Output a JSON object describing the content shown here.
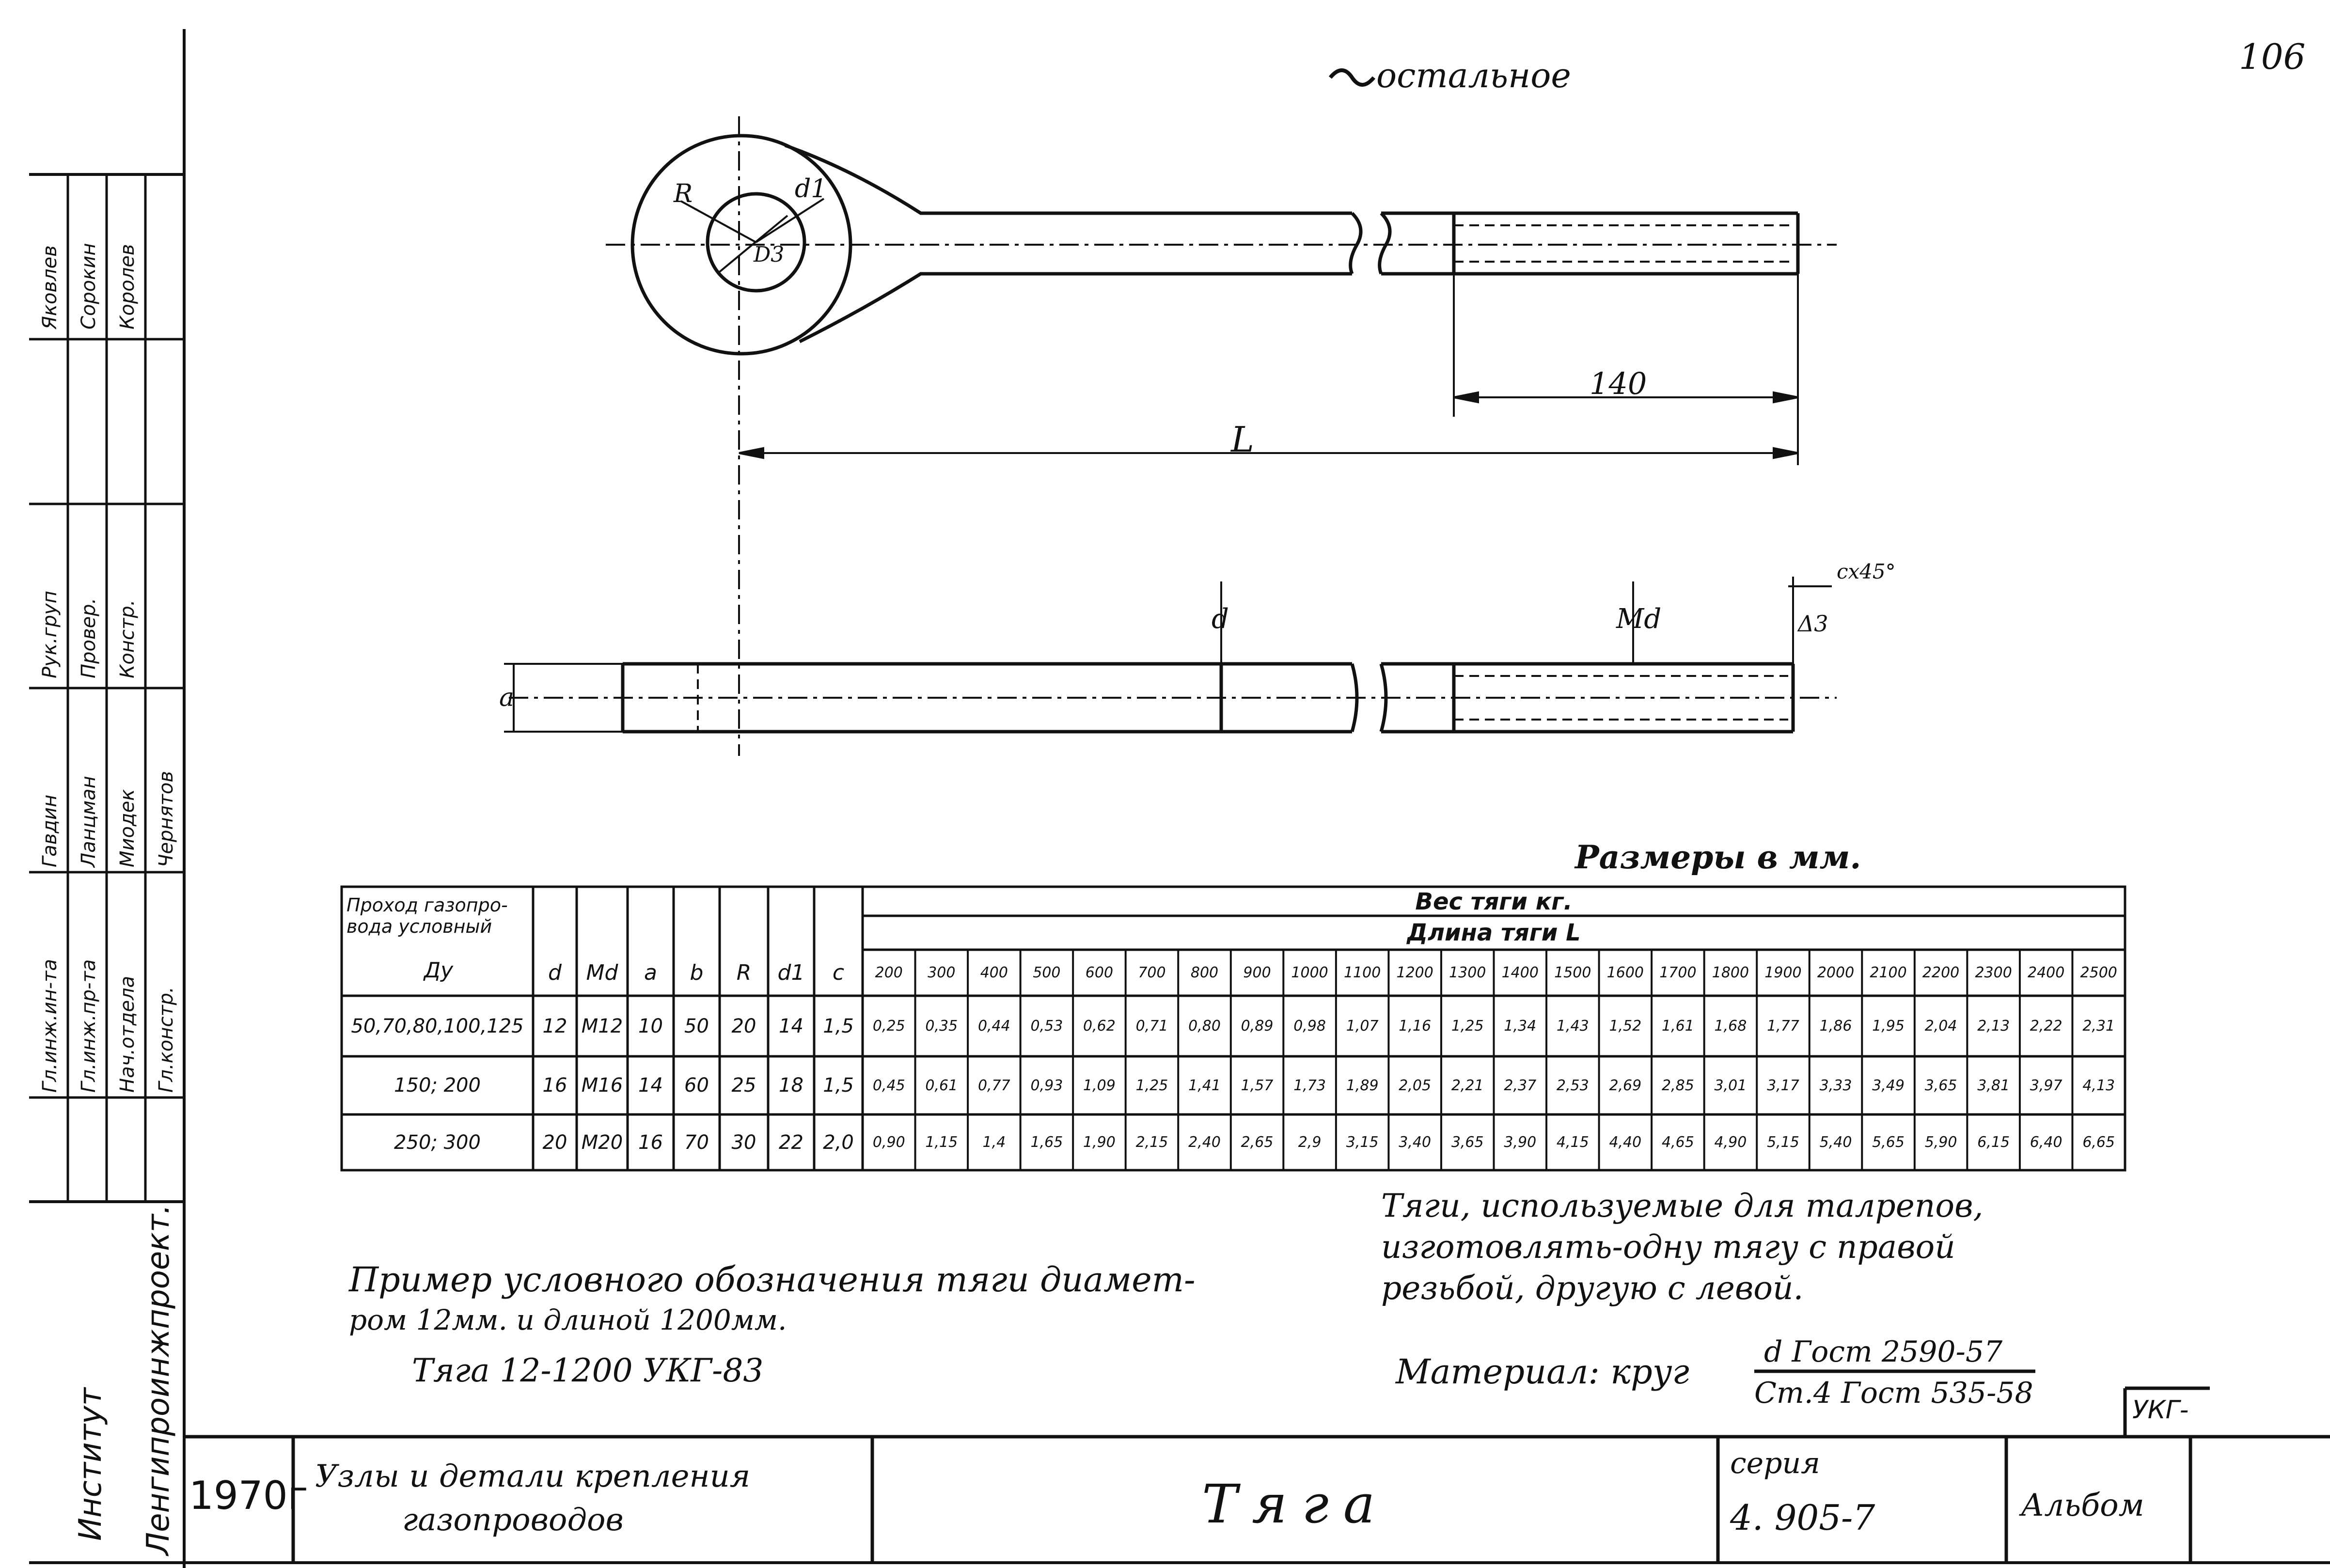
{
  "page_number": "106",
  "surface_note": "остальное",
  "dimension_labels": {
    "R": "R",
    "d1": "d1",
    "D3": "D3",
    "d140": "140",
    "L": "L",
    "d": "d",
    "Md": "Md",
    "a": "a",
    "chamfer": "cx45°",
    "delta3": "Δ3"
  },
  "units_note": "Размеры в мм.",
  "table": {
    "head_ду": "Проход газопро-вода условный",
    "head_ду2": "Ду",
    "param_headers": [
      "d",
      "Md",
      "a",
      "b",
      "R",
      "d1",
      "c"
    ],
    "weight_header": "Вес тяги кг.",
    "length_header": "Длина тяги L",
    "lengths": [
      "200",
      "300",
      "400",
      "500",
      "600",
      "700",
      "800",
      "900",
      "1000",
      "1100",
      "1200",
      "1300",
      "1400",
      "1500",
      "1600",
      "1700",
      "1800",
      "1900",
      "2000",
      "2100",
      "2200",
      "2300",
      "2400",
      "2500"
    ],
    "rows": [
      {
        "dy": "50,70,80,100,125",
        "params": [
          "12",
          "M12",
          "10",
          "50",
          "20",
          "14",
          "1,5"
        ],
        "weights": [
          "0,25",
          "0,35",
          "0,44",
          "0,53",
          "0,62",
          "0,71",
          "0,80",
          "0,89",
          "0,98",
          "1,07",
          "1,16",
          "1,25",
          "1,34",
          "1,43",
          "1,52",
          "1,61",
          "1,68",
          "1,77",
          "1,86",
          "1,95",
          "2,04",
          "2,13",
          "2,22",
          "2,31"
        ]
      },
      {
        "dy": "150; 200",
        "params": [
          "16",
          "M16",
          "14",
          "60",
          "25",
          "18",
          "1,5"
        ],
        "weights": [
          "0,45",
          "0,61",
          "0,77",
          "0,93",
          "1,09",
          "1,25",
          "1,41",
          "1,57",
          "1,73",
          "1,89",
          "2,05",
          "2,21",
          "2,37",
          "2,53",
          "2,69",
          "2,85",
          "3,01",
          "3,17",
          "3,33",
          "3,49",
          "3,65",
          "3,81",
          "3,97",
          "4,13"
        ]
      },
      {
        "dy": "250; 300",
        "params": [
          "20",
          "M20",
          "16",
          "70",
          "30",
          "22",
          "2,0"
        ],
        "weights": [
          "0,90",
          "1,15",
          "1,4",
          "1,65",
          "1,90",
          "2,15",
          "2,40",
          "2,65",
          "2,9",
          "3,15",
          "3,40",
          "3,65",
          "3,90",
          "4,15",
          "4,40",
          "4,65",
          "4,90",
          "5,15",
          "5,40",
          "5,65",
          "5,90",
          "6,15",
          "6,40",
          "6,65"
        ]
      }
    ]
  },
  "notes": {
    "right_line1": "Тяги, используемые для талрепов,",
    "right_line2": "изготовлять-одну тягу с правой",
    "right_line3": "резьбой, другую с левой.",
    "example_line1": "Пример условного обозначения тяги диамет-",
    "example_line2": "ром 12мм. и длиной 1200мм.",
    "example_line3": "Тяга 12-1200 УКГ-83",
    "material_label": "Материал: круг",
    "material_top": "d Гост 2590-57",
    "material_bottom": "Ст.4 Гост 535-58"
  },
  "title_block": {
    "year": "1970г",
    "subject_line1": "Узлы и детали крепления",
    "subject_line2": "газопроводов",
    "title": "Тяга",
    "series_label": "серия",
    "series_value": "4. 905-7",
    "album": "Альбом",
    "stamp": "УКГ-"
  },
  "side_block": {
    "institute_line1": "Институт",
    "institute_line2": "Ленгипроинжпроект.",
    "roles": [
      "Гл.инж.ин-та",
      "Гл.инж.пр-та",
      "Нач.отдела",
      "Гл.констр."
    ],
    "col_a": [
      "Гавдин",
      "Ланцман",
      "Миодек",
      "Чернятов"
    ],
    "col_b": [
      "Рук.груп",
      "Провер.",
      "Констр."
    ],
    "col_c": [
      "Яковлев",
      "Сорокин",
      "Королев"
    ]
  }
}
